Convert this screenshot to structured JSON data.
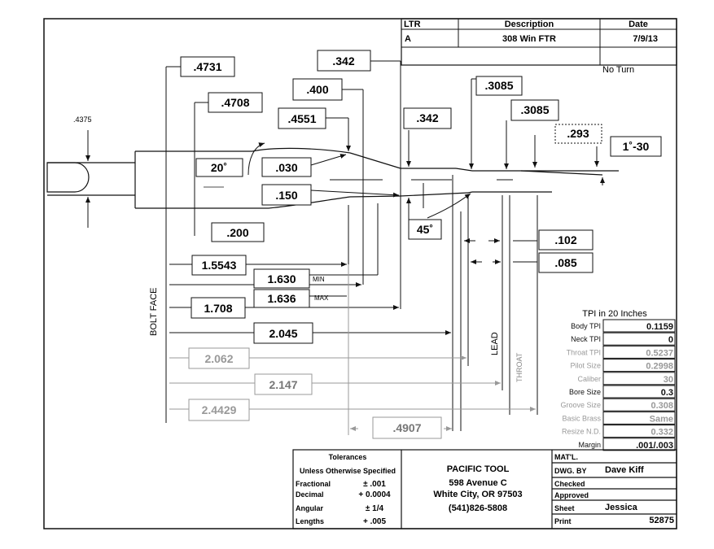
{
  "revision_block": {
    "headers": {
      "ltr": "LTR",
      "description": "Description",
      "date": "Date"
    },
    "row": {
      "ltr": "A",
      "description": "308 Win FTR",
      "date": "7/9/13"
    },
    "note": "No Turn"
  },
  "dimensions": {
    "d_4375": ".4375",
    "d_4731": ".4731",
    "d_4708": ".4708",
    "d_342_top": ".342",
    "d_400": ".400",
    "d_4551": ".4551",
    "d_342_right": ".342",
    "d_3085_a": ".3085",
    "d_3085_b": ".3085",
    "d_293": ".293",
    "angle_1_30": "1˚-30",
    "angle_20": "20˚",
    "d_030": ".030",
    "d_150": ".150",
    "angle_45": "45˚",
    "d_200": ".200",
    "d_102": ".102",
    "d_085": ".085",
    "d_15543": "1.5543",
    "d_1630": "1.630",
    "min_label": "MIN",
    "d_1636": "1.636",
    "max_label": "MAX",
    "d_1708": "1.708",
    "d_2045": "2.045",
    "d_2062": "2.062",
    "d_2147": "2.147",
    "d_24429": "2.4429",
    "d_4907": ".4907"
  },
  "vertical_labels": {
    "bolt_face": "BOLT FACE",
    "lead": "LEAD",
    "throat": "THROAT"
  },
  "specs": {
    "title": "TPI in 20 Inches",
    "rows": [
      {
        "label": "Body TPI",
        "value": "0.1159"
      },
      {
        "label": "Neck TPI",
        "value": "0"
      },
      {
        "label": "Throat TPI",
        "value": "0.5237"
      },
      {
        "label": "Pilot Size",
        "value": "0.2998"
      },
      {
        "label": "Caliber",
        "value": "30"
      },
      {
        "label": "Bore Size",
        "value": "0.3"
      },
      {
        "label": "Groove Size",
        "value": "0.308"
      },
      {
        "label": "Basic Brass",
        "value": "Same"
      },
      {
        "label": "Resize N.D.",
        "value": "0.332"
      },
      {
        "label": "Margin",
        "value": ".001/.003"
      }
    ]
  },
  "tolerances": {
    "title": "Tolerances",
    "subtitle": "Unless Otherwise Specified",
    "rows": [
      {
        "label": "Fractional",
        "value": "± .001"
      },
      {
        "label": "Decimal",
        "value": "+ 0.0004"
      },
      {
        "label": "Angular",
        "value": "± 1/4"
      },
      {
        "label": "Lengths",
        "value": "+ .005"
      }
    ]
  },
  "company": {
    "name": "PACIFIC TOOL",
    "address1": "598 Avenue C",
    "address2": "White City, OR 97503",
    "phone": "(541)826-5808"
  },
  "title_block": {
    "matl_label": "MAT'L.",
    "dwg_by_label": "DWG. BY",
    "dwg_by_value": "Dave Kiff",
    "checked_label": "Checked",
    "approved_label": "Approved",
    "sheet_label": "Sheet",
    "sheet_value": "Jessica",
    "print_label": "Print",
    "print_value": "52875"
  }
}
